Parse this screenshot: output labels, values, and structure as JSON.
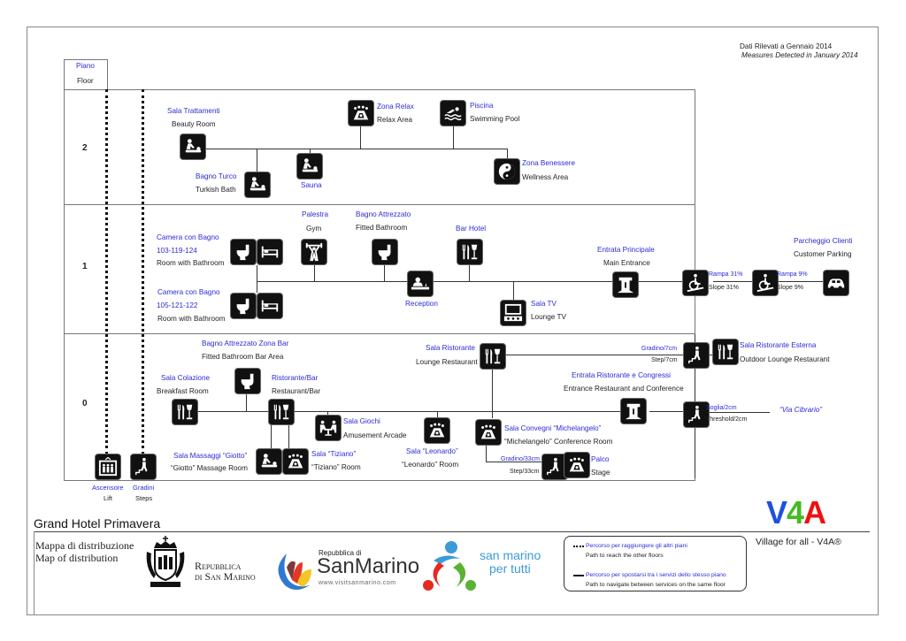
{
  "header": {
    "date_it": "Dati Rilevati a Gennaio 2014",
    "date_en": "Measures Detected in January 2014"
  },
  "floor_column": {
    "label_it": "Piano",
    "label_en": "Floor",
    "floors": [
      "2",
      "1",
      "0"
    ]
  },
  "vertical": {
    "lift": {
      "it": "Ascensore",
      "en": "Lift",
      "icon": "elevator-icon"
    },
    "steps": {
      "it": "Gradini",
      "en": "Steps",
      "icon": "stairs-icon"
    }
  },
  "floor2": {
    "beauty": {
      "it": "Sala Trattamenti",
      "en": "Beauty Room",
      "icon": "massage-icon"
    },
    "turkish": {
      "it": "Bagno Turco",
      "en": "Turkish Bath",
      "icon": "massage-icon"
    },
    "sauna": {
      "it": "Sauna",
      "icon": "massage-icon"
    },
    "relax": {
      "it": "Zona Relax",
      "en": "Relax Area",
      "icon": "meeting-icon"
    },
    "pool": {
      "it": "Piscina",
      "en": "Swimming Pool",
      "icon": "swimming-icon"
    },
    "wellness": {
      "it": "Zona Benessere",
      "en": "Wellness Area",
      "icon": "yin-yang-icon"
    }
  },
  "floor1": {
    "room1": {
      "it": "Camera con Bagno",
      "num": "103-119-124",
      "en": "Room with Bathroom"
    },
    "room2": {
      "it": "Camera con Bagno",
      "num": "105-121-122",
      "en": "Room with Bathroom"
    },
    "gym": {
      "it": "Palestra",
      "en": "Gym",
      "icon": "weightlifting-icon"
    },
    "bath": {
      "it": "Bagno Attrezzato",
      "en": "Fitted Bathroom",
      "icon": "toilet-icon"
    },
    "reception": {
      "it": "Reception",
      "icon": "reception-icon"
    },
    "bar": {
      "it": "Bar Hotel",
      "icon": "restaurant-icon"
    },
    "tv": {
      "it": "Sala TV",
      "en": "Lounge TV",
      "icon": "tv-lounge-icon"
    },
    "entrance": {
      "it": "Entrata Principale",
      "en": "Main Entrance",
      "icon": "entrance-icon"
    },
    "ramp31": {
      "it": "Rampa 31%",
      "en": "Slope 31%",
      "icon": "wheelchair-ramp-icon"
    },
    "ramp9": {
      "it": "Rampa 9%",
      "en": "Slope 9%",
      "icon": "wheelchair-ramp-icon"
    },
    "parking": {
      "it": "Parcheggio Clienti",
      "en": "Customer Parking",
      "icon": "car-icon"
    }
  },
  "floor0": {
    "bathbar": {
      "it": "Bagno Attrezzato Zona Bar",
      "en": "Fitted Bathroom Bar Area",
      "icon": "toilet-icon"
    },
    "breakfast": {
      "it": "Sala Colazione",
      "en": "Breakfast Room",
      "icon": "restaurant-icon"
    },
    "restbar": {
      "it": "Ristorante/Bar",
      "en": "Restaurant/Bar",
      "icon": "restaurant-icon"
    },
    "giochi": {
      "it": "Sala Giochi",
      "en": "Amusement Arcade",
      "icon": "games-icon"
    },
    "giotto": {
      "it": "Sala Massaggi “Giotto”",
      "en": "“Giotto” Massage Room",
      "icon": "massage-icon"
    },
    "tiziano": {
      "it": "Sala “Tiziano”",
      "en": "“Tiziano” Room",
      "icon": "meeting-icon"
    },
    "leonardo": {
      "it": "Sala “Leonardo”",
      "en": "“Leonardo” Room",
      "icon": "meeting-icon"
    },
    "ristorante": {
      "it": "Sala Ristorante",
      "en": "Lounge Restaurant",
      "icon": "restaurant-icon"
    },
    "michelangelo": {
      "it": "Sala Convegni “Michelangelo”",
      "en": "“Michelangelo” Conference Room",
      "icon": "meeting-icon"
    },
    "step33": {
      "it": "Gradino/33cm",
      "en": "Step/33cm",
      "icon": "step-icon"
    },
    "palco": {
      "it": "Palco",
      "en": "Stage",
      "icon": "meeting-icon"
    },
    "step7": {
      "it": "Gradino/7cm",
      "en": "Step/7cm",
      "icon": "step-icon"
    },
    "esterna": {
      "it": "Sala Ristorante Esterna",
      "en": "Outdoor Lounge Restaurant",
      "icon": "restaurant-icon"
    },
    "entrance": {
      "it": "Entrata Ristorante e Congressi",
      "en": "Entrance Restaurant and Conference",
      "icon": "entrance-icon"
    },
    "threshold": {
      "it": "Soglia/2cm",
      "en": "Threshold/2cm",
      "icon": "step-icon"
    },
    "street": "“Via Cibrario”"
  },
  "footer": {
    "hotel": "Grand Hotel Primavera",
    "map_it": "Mappa di distribuzione",
    "map_en": "Map of distribution",
    "rsm_line1": "Repubblica",
    "rsm_line2": "di San Marino",
    "visit_small": "Repubblica di",
    "visit_big": "SanMarino",
    "visit_url": "www.visitsanmarino.com",
    "smpt_line1": "san marino",
    "smpt_line2": "per tutti",
    "v4a_logo": {
      "v": "V",
      "four": "4",
      "a": "A"
    },
    "v4a_colors": {
      "v": "#1f4fe0",
      "four": "#44bb22",
      "a": "#ee1111"
    },
    "v4a_tagline": "Village for all - V4A®",
    "legend": {
      "dotted_it": "Percorso per raggiungere gli altri piani",
      "dotted_en": "Path to reach the other floors",
      "solid_it": "Percorso per spostarsi tra i servizi dello stesso piano",
      "solid_en": "Path to navigate between services on the same floor"
    }
  },
  "colors": {
    "italian_text": "#2b2bd6",
    "icon_bg": "#111111"
  }
}
